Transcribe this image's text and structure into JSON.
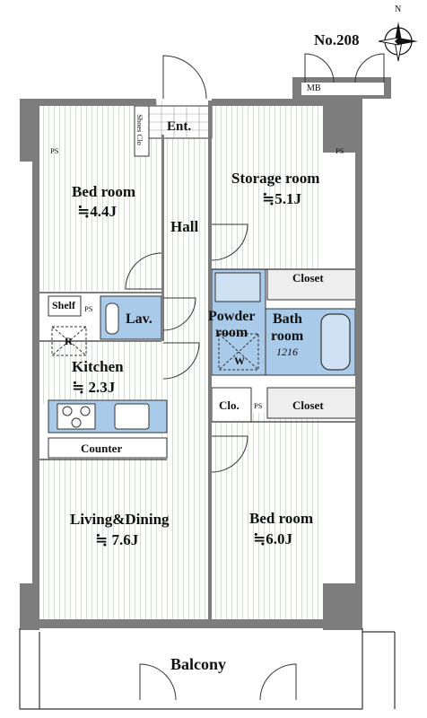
{
  "unit_number": "No.208",
  "compass": {
    "north_label": "N"
  },
  "labels": {
    "mb": "MB",
    "entrance": "Ent.",
    "shoes_closet": "Shoes Clo",
    "ps_left_top": "PS",
    "ps_right_top": "PS",
    "hall": "Hall",
    "shelf": "Shelf",
    "ps_kitchen": "PS",
    "lavatory": "Lav.",
    "refrigerator": "R",
    "counter": "Counter",
    "closet_upper": "Closet",
    "closet_lower": "Closet",
    "closet_small": "Clo.",
    "ps_clo": "PS",
    "washer": "W",
    "balcony": "Balcony"
  },
  "rooms": {
    "bedroom_1": {
      "name": "Bed room",
      "area": "≒4.4J"
    },
    "storage": {
      "name": "Storage room",
      "area": "≒5.1J"
    },
    "kitchen": {
      "name": "Kitchen",
      "area": "≒ 2.3J"
    },
    "powder": {
      "name_line1": "Powder",
      "name_line2": "room"
    },
    "bath": {
      "name_line1": "Bath",
      "name_line2": "room",
      "size": "1216"
    },
    "living": {
      "name": "Living&Dining",
      "area": "≒ 7.6J"
    },
    "bedroom_2": {
      "name": "Bed room",
      "area": "≒6.0J"
    }
  },
  "colors": {
    "wall": "#7d7d7d",
    "floor_stripe": "#d8e6d8",
    "wet_area": "#a9cbe9",
    "line": "#333333"
  }
}
